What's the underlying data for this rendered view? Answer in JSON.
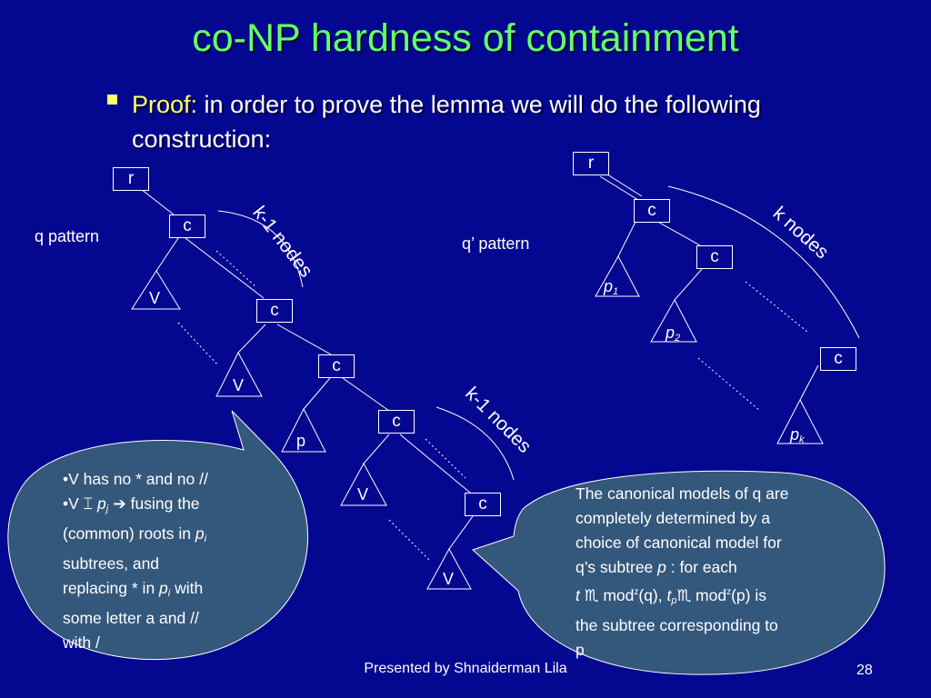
{
  "title": "co-NP hardness of containment",
  "proof": {
    "label": "Proof:",
    "text": " in order to prove the lemma we will do the following construction:"
  },
  "left_tree": {
    "pattern_label": "q pattern",
    "nodes": {
      "r": "r",
      "c1": "c",
      "c2": "c",
      "c3": "c",
      "c4": "c",
      "c5": "c"
    },
    "triangles": {
      "v1": "V",
      "v2": "V",
      "p": "p",
      "v3": "V",
      "v4": "V"
    },
    "upper_brace": "k-1 nodes",
    "lower_brace": "k-1 nodes"
  },
  "right_tree": {
    "pattern_label": "q’ pattern",
    "nodes": {
      "r": "r",
      "c1": "c",
      "c2": "c",
      "c3": "c"
    },
    "triangles": {
      "p1": "p",
      "p1_sub": "1",
      "p2": "p",
      "p2_sub": "2",
      "pk": "p",
      "pk_sub": "k"
    },
    "brace": "k nodes"
  },
  "left_bubble": {
    "line1": "•V has no * and no //",
    "line2_a": "•V ",
    "line2_sym": "⌶",
    "line2_p": "p",
    "line2_sub": "j",
    "line2_arrow": "➔",
    "line2_b": " fusing the",
    "line3": "(common) roots in ",
    "line3_p": "p",
    "line3_sub": "i",
    "line4": "subtrees, and",
    "line5": "replacing * in ",
    "line5_p": "p",
    "line5_sub": "i",
    "line5_b": " with",
    "line6": "some letter a and //",
    "line7": "with /"
  },
  "right_bubble": {
    "line1": "The canonical models of q are",
    "line2": "completely determined by a",
    "line3": "choice of canonical model for",
    "line4_a": "q’s subtree ",
    "line4_p": "p",
    "line4_b": " : for each",
    "line5_t": "t",
    "line5_sym1": "♏",
    "line5_mod1": " mod",
    "line5_sup1": "z",
    "line5_q": "(q), ",
    "line5_t2": "t",
    "line5_sub": "p",
    "line5_sym2": "♏",
    "line5_mod2": " mod",
    "line5_sup2": "z",
    "line5_end": "(p) is",
    "line6": "the subtree corresponding to",
    "line7": "p"
  },
  "footer": "Presented by Shnaiderman Lila",
  "page_number": "28",
  "colors": {
    "background": "#04078f",
    "title": "#66ff66",
    "highlight": "#ffff66",
    "bubble": "#34577c"
  }
}
